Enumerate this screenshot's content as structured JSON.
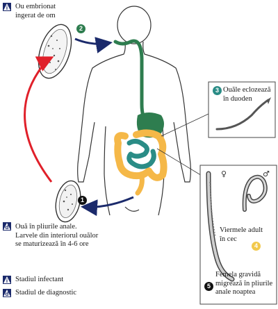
{
  "colors": {
    "gut_green": "#2e7d4f",
    "gut_orange": "#f5b848",
    "arrow_red": "#e0202a",
    "arrow_navy": "#1b2a6b",
    "badge_green": "#2e7d4f",
    "badge_teal": "#2a8c86",
    "badge_yellow": "#f2c94c",
    "badge_black": "#111111"
  },
  "steps": [
    {
      "number": "1",
      "text": ""
    },
    {
      "number": "2",
      "text": ""
    },
    {
      "number": "3",
      "text": "Ouăle eclozează\nîn duoden"
    },
    {
      "number": "4",
      "text": "Viermele adult\nîn cec"
    },
    {
      "number": "5",
      "text": "Femela gravidă\nmigrează în pliurile\nanale noaptea"
    }
  ],
  "labels": {
    "egg_ingested": "Ou embrionat\ningerat de om",
    "egg_anal": "Ouă în pliurile anale.\nLarvele din interiorul ouălor\nse maturizează în 4-6 ore"
  },
  "legend": {
    "infective_icon": "i",
    "infective_label": "Stadiul infectant",
    "diagnostic_icon": "d",
    "diagnostic_label": "Stadiul de diagnostic"
  },
  "stage_icons": {
    "top_egg": "i",
    "bottom_egg": "d"
  },
  "sex_symbols": {
    "female": "♀",
    "male": "♂"
  }
}
